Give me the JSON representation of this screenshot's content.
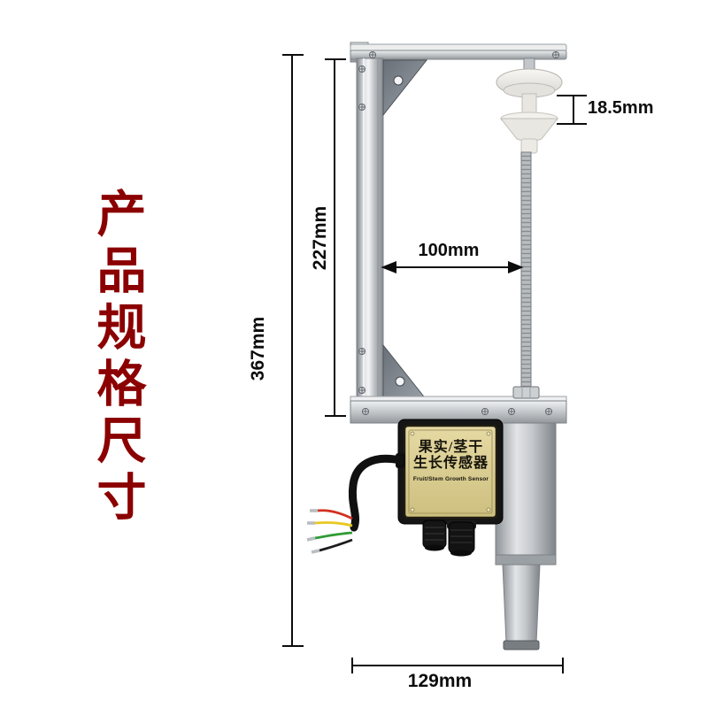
{
  "title": {
    "text": "产品规格尺寸"
  },
  "dimensions": {
    "overall_height": "367mm",
    "frame_inner_height": "227mm",
    "horizontal_span": "100mm",
    "measuring_range": "18.5mm",
    "base_width": "129mm"
  },
  "sensor_label": {
    "line1": "果实/茎干",
    "line2": "生长传感器",
    "line3": "Fruit/Stem Growth Sensor"
  },
  "colors": {
    "title_red": "#8B0000",
    "dimension_black": "#0c0c0c",
    "label_beige": "#d9cb8e",
    "metal_light": "#e9ebec",
    "metal_dark": "#7d8287",
    "wire_red": "#d2301f",
    "wire_yellow": "#e9c81f",
    "wire_green": "#2f9c35",
    "wire_black": "#1c1c1c"
  }
}
